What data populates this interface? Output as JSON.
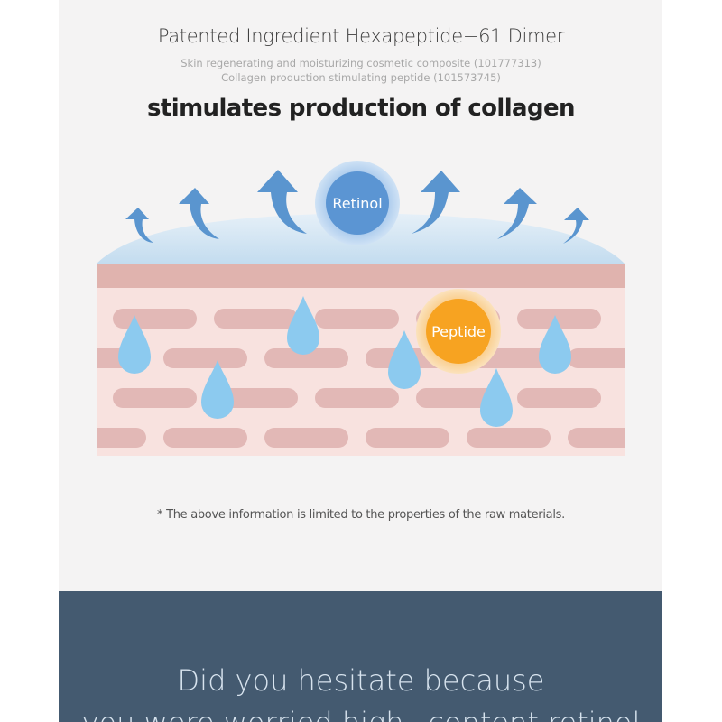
{
  "header": {
    "title": "Patented Ingredient Hexapeptide−61 Dimer",
    "patent_line_1": "Skin regenerating and moisturizing cosmetic composite (101777313)",
    "patent_line_2": "Collagen production stimulating peptide (101573745)",
    "headline": "stimulates production of collagen"
  },
  "diagram": {
    "retinol_label": "Retinol",
    "peptide_label": "Peptide",
    "colors": {
      "retinol": "#5b95d3",
      "peptide": "#f7a321",
      "arrow": "#5a95cf",
      "droplet": "#8ccaef",
      "skin_band": "#e0b3ae",
      "skin_base": "#f8e2df",
      "cells": "#e2b8b6",
      "bubble": "#c9e1f2"
    }
  },
  "footnote": "* The above information is limited to the properties of the raw materials.",
  "banner": {
    "line_1": "Did you hesitate because",
    "line_2": "you were worried high−content retinol",
    "background": "#445a70"
  }
}
